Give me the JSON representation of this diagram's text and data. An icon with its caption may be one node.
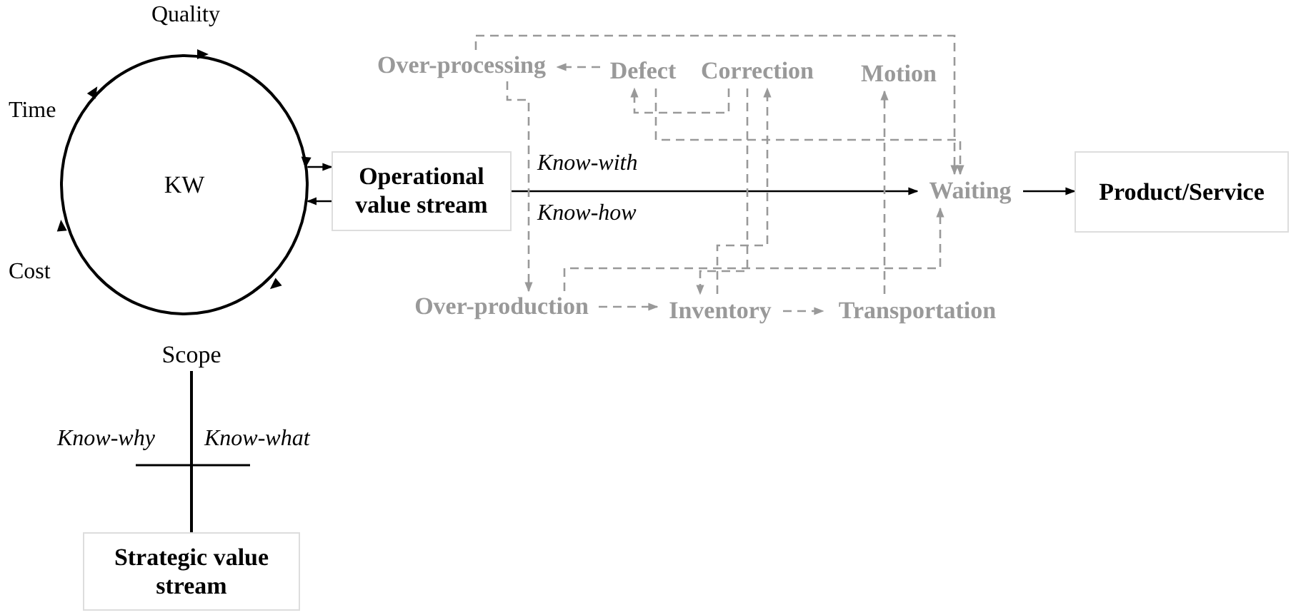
{
  "diagram": {
    "nodes": [
      {
        "text": [
          "KW"
        ],
        "beside": [
          "Quality",
          "Time",
          "Cost"
        ]
      },
      {
        "text": [
          "Operational value stream"
        ]
      },
      {
        "text": [
          "Over-processing"
        ]
      },
      {
        "text": [
          "Defect"
        ]
      },
      {
        "text": [
          "Correction"
        ]
      },
      {
        "text": [
          "Motion"
        ]
      },
      {
        "text": [
          "Waiting"
        ]
      },
      {
        "text": [
          "Product/Service"
        ]
      },
      {
        "text": [
          "Over-production"
        ]
      },
      {
        "text": [
          "Inventory"
        ]
      },
      {
        "text": [
          "Transportation"
        ]
      },
      {
        "text": [
          "Scope"
        ]
      },
      {
        "text": [
          "Strategic value stream"
        ]
      }
    ],
    "edges": [
      {
        "from": 0,
        "to": 1,
        "arrow": "to",
        "color": "#000000"
      },
      {
        "from": 1,
        "to": 0,
        "arrow": "to",
        "color": "#000000"
      },
      {
        "from": 1,
        "to": 6,
        "arrow": "to",
        "label": "Know-with",
        "color": "#000000"
      },
      {
        "from": 6,
        "to": 7,
        "arrow": "to",
        "color": "#000000"
      },
      {
        "from": 11,
        "to": 12,
        "arrow": "none",
        "color": "#000000"
      },
      {
        "from": 3,
        "to": 2,
        "arrow": "to",
        "style": "dashed"
      },
      {
        "from": 8,
        "to": 9,
        "arrow": "to",
        "style": "dashed"
      },
      {
        "from": 9,
        "to": 10,
        "arrow": "to",
        "style": "dashed"
      },
      {
        "from": 2,
        "to": 6,
        "arrow": "to",
        "style": "dashed"
      },
      {
        "from": 2,
        "to": 8,
        "arrow": "to",
        "style": "dashed"
      },
      {
        "from": 4,
        "to": 3,
        "arrow": "to",
        "style": "dashed"
      },
      {
        "from": 3,
        "to": 6,
        "arrow": "to",
        "style": "dashed"
      },
      {
        "from": 9,
        "to": 4,
        "arrow": "to",
        "style": "dashed"
      },
      {
        "from": 4,
        "to": 9,
        "arrow": "to",
        "style": "dashed"
      },
      {
        "from": 10,
        "to": 5,
        "arrow": "to",
        "style": "dashed"
      },
      {
        "from": 8,
        "to": 6,
        "arrow": "to",
        "style": "dashed"
      }
    ],
    "labels": [
      "Know-how",
      "Know-why",
      "Know-what"
    ]
  }
}
